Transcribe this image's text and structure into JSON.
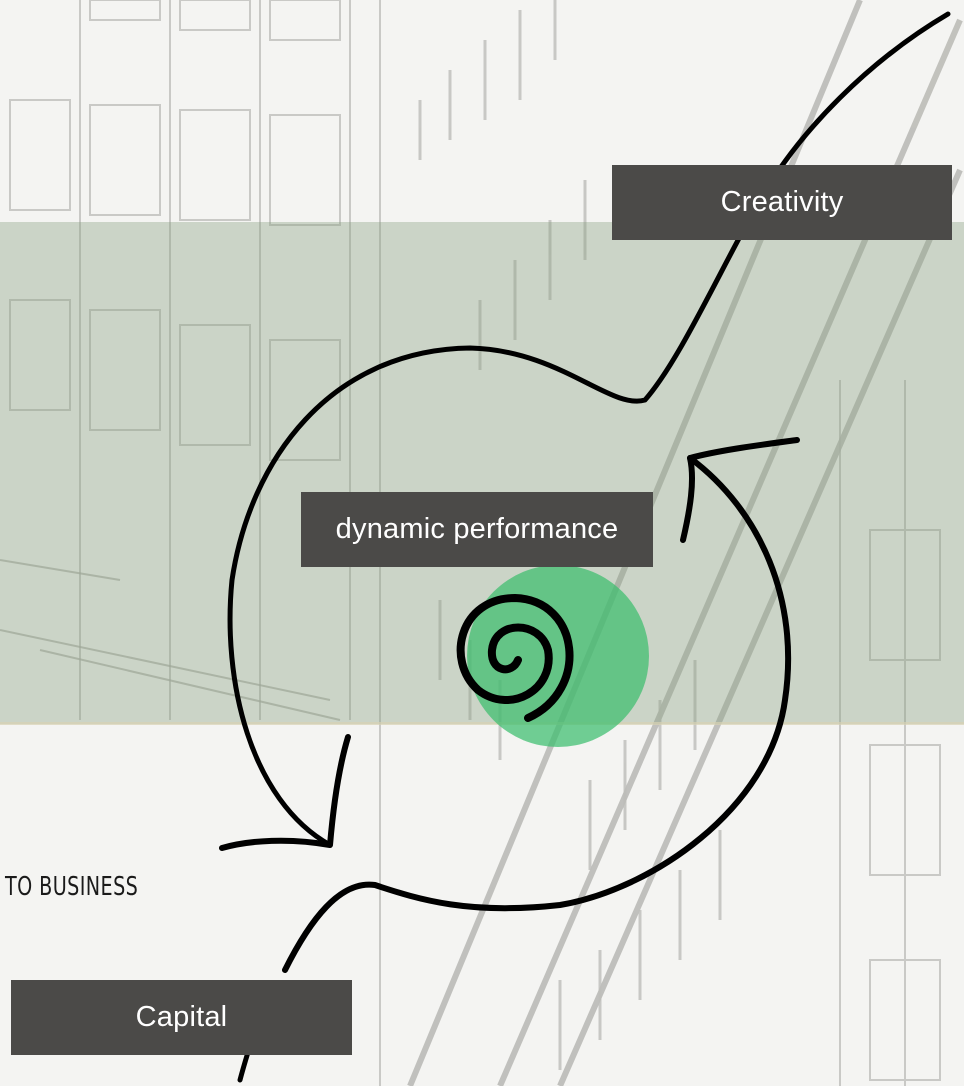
{
  "labels": {
    "creativity": "Creativity",
    "dynamic_performance": "dynamic performance",
    "capital": "Capital",
    "to_business": "TO BUSINESS"
  },
  "colors": {
    "label_box": "#4b4a48",
    "label_text": "#ffffff",
    "green_band": "#8aa080",
    "green_circle": "#3cbe6e",
    "sketch_line": "#000000",
    "background": "#f4f4f2"
  },
  "icons": [
    "spiral-icon",
    "cycle-arrows-icon",
    "building-background"
  ]
}
